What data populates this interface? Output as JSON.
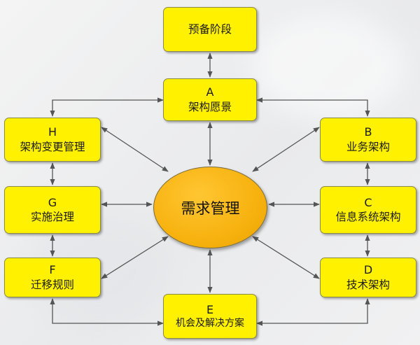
{
  "nodes": {
    "prelim": {
      "title": "预备阶段"
    },
    "a": {
      "letter": "A",
      "title": "架构愿景"
    },
    "b": {
      "letter": "B",
      "title": "业务架构"
    },
    "c": {
      "letter": "C",
      "title": "信息系统架构"
    },
    "d": {
      "letter": "D",
      "title": "技术架构"
    },
    "e": {
      "letter": "E",
      "title": "机会及解决方案"
    },
    "f": {
      "letter": "F",
      "title": "迁移规则"
    },
    "g": {
      "letter": "G",
      "title": "实施治理"
    },
    "h": {
      "letter": "H",
      "title": "架构变更管理"
    }
  },
  "center": {
    "title": "需求管理"
  },
  "colors": {
    "node_fill": "#fff100",
    "center_fill": "#f7b20f",
    "connector": "#555555"
  }
}
